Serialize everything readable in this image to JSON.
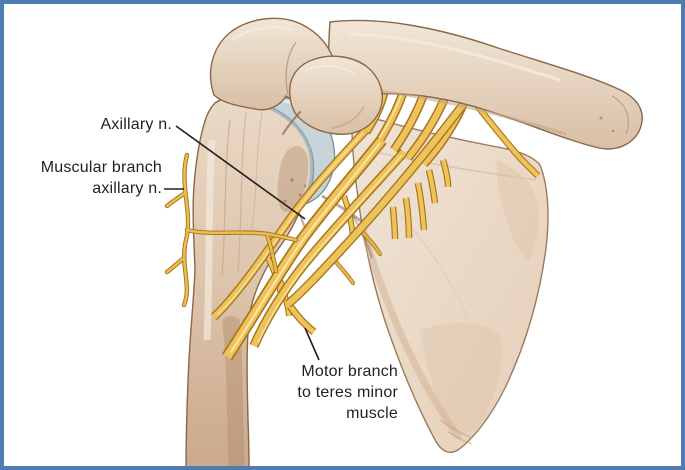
{
  "frame": {
    "border_color": "#4e7db3",
    "background": "#ffffff"
  },
  "illustration": {
    "alt": "Anterior shoulder anatomy illustration: humerus, scapula and clavicle with the axillary nerve bundle and its branches drawn in yellow",
    "labels": {
      "axillary": {
        "text": "Axillary n."
      },
      "muscular": {
        "line1": "Muscular branch",
        "line2": "axillary n."
      },
      "motor": {
        "line1": "Motor branch",
        "line2": "to teres minor",
        "line3": "muscle"
      }
    },
    "palette": {
      "bone_light": "#EFE3D5",
      "bone_mid": "#DCC4AC",
      "bone_shadow": "#C2A183",
      "bone_outline": "#8a6749",
      "cartilage_fill": "#C7D5DB",
      "cartilage_outline": "#7f959f",
      "nerve_fill": "#EFC35C",
      "nerve_highlight": "#FAE9A6",
      "nerve_outline": "#A9751B",
      "leader_color": "#231f20"
    }
  }
}
